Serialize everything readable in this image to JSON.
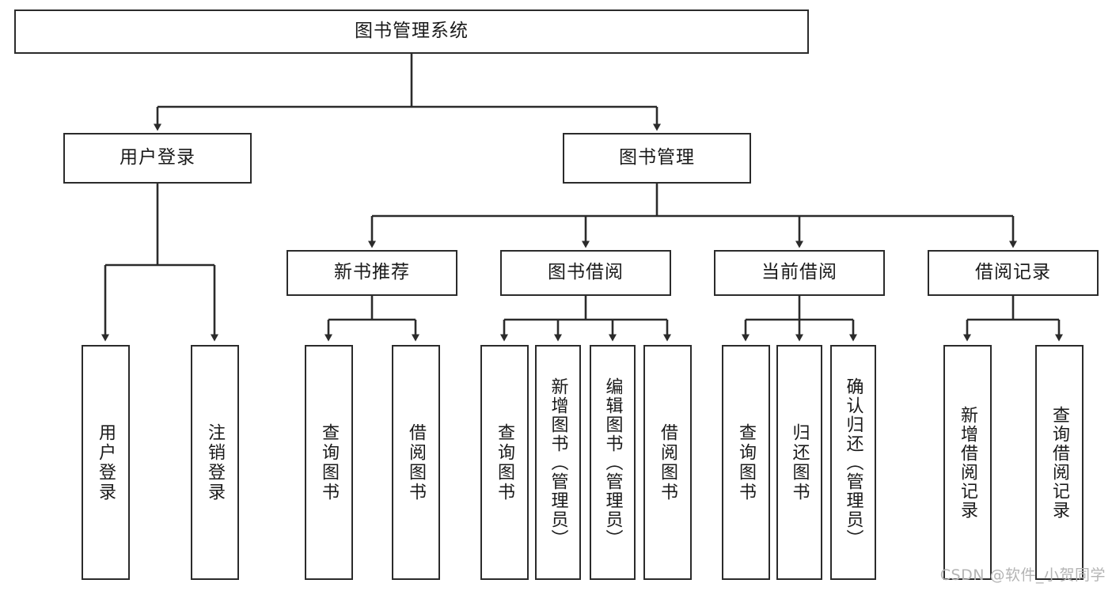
{
  "diagram": {
    "title": "图书管理系统",
    "watermark": "CSDN @软件_小贺同学",
    "colors": {
      "stroke": "#2b2b2b",
      "fill": "#ffffff",
      "text": "#1a1a1a",
      "watermark": "#b4b4b4"
    },
    "levels": {
      "root": {
        "label": "图书管理系统"
      },
      "level2": [
        {
          "label": "用户登录"
        },
        {
          "label": "图书管理"
        }
      ],
      "level3": [
        {
          "label": "新书推荐"
        },
        {
          "label": "图书借阅"
        },
        {
          "label": "当前借阅"
        },
        {
          "label": "借阅记录"
        }
      ],
      "leaves": {
        "user_login": [
          {
            "label": "用户登录"
          },
          {
            "label": "注销登录"
          }
        ],
        "new_book_recommend": [
          {
            "label": "查询图书"
          },
          {
            "label": "借阅图书"
          }
        ],
        "book_borrow": [
          {
            "label": "查询图书"
          },
          {
            "label": "新增图书（管理员）"
          },
          {
            "label": "编辑图书（管理员）"
          },
          {
            "label": "借阅图书"
          }
        ],
        "current_borrow": [
          {
            "label": "查询图书"
          },
          {
            "label": "归还图书"
          },
          {
            "label": "确认归还（管理员）"
          }
        ],
        "borrow_record": [
          {
            "label": "新增借阅记录"
          },
          {
            "label": "查询借阅记录"
          }
        ]
      }
    }
  }
}
